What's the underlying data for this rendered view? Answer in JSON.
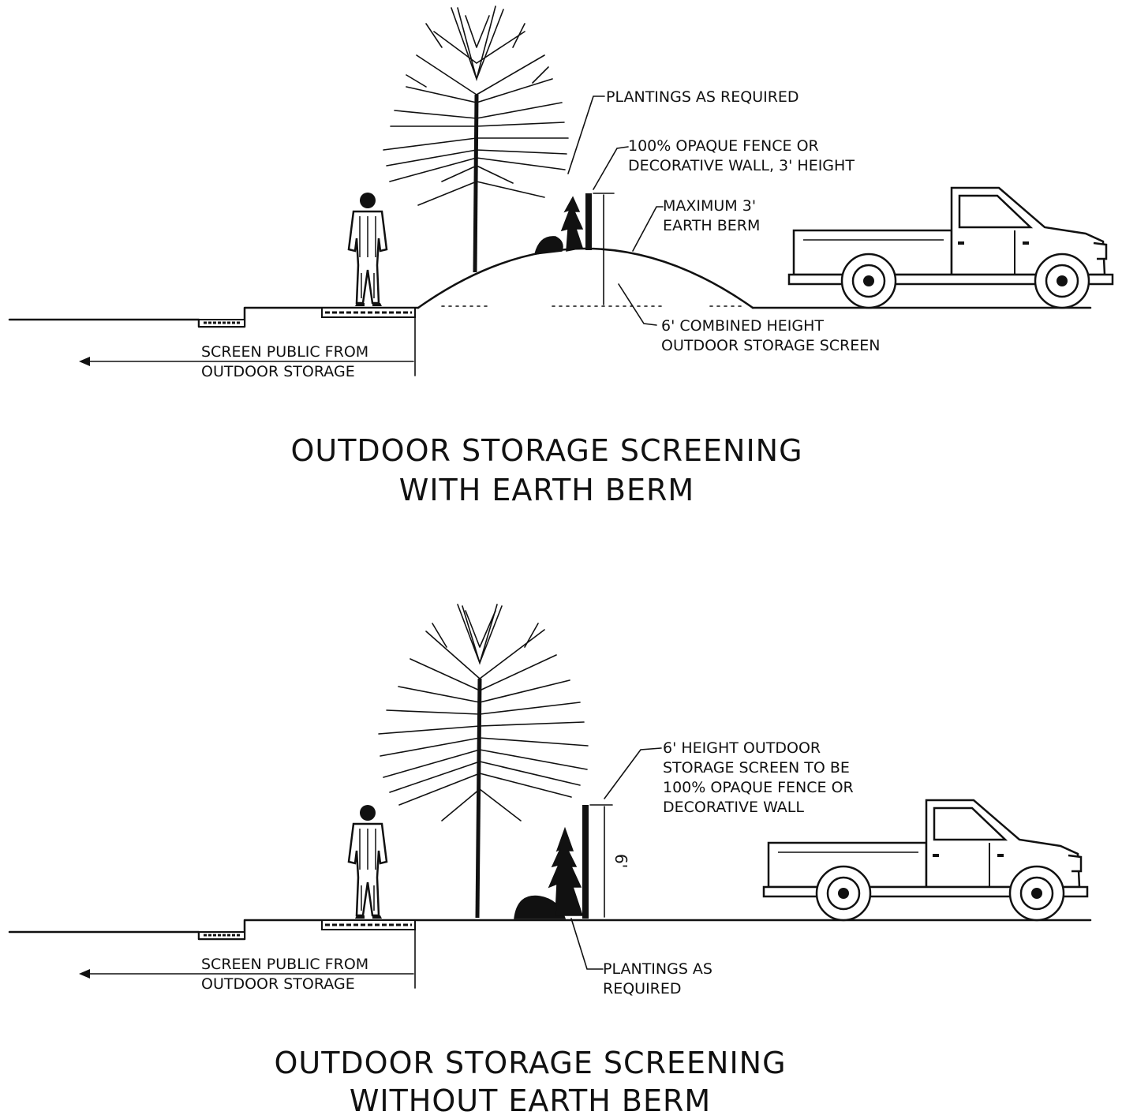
{
  "diagram": {
    "with_berm": {
      "title_line1": "OUTDOOR STORAGE SCREENING",
      "title_line2": "WITH EARTH BERM",
      "label_plantings": "PLANTINGS AS REQUIRED",
      "label_fence_line1": "100% OPAQUE FENCE OR",
      "label_fence_line2": "DECORATIVE WALL, 3' HEIGHT",
      "label_berm_line1": "MAXIMUM 3'",
      "label_berm_line2": "EARTH BERM",
      "label_combined_line1": "6' COMBINED HEIGHT",
      "label_combined_line2": "OUTDOOR STORAGE SCREEN",
      "label_screen_line1": "SCREEN PUBLIC FROM",
      "label_screen_line2": "OUTDOOR STORAGE"
    },
    "without_berm": {
      "title_line1": "OUTDOOR STORAGE SCREENING",
      "title_line2": "WITHOUT EARTH BERM",
      "label_height_line1": "6' HEIGHT OUTDOOR",
      "label_height_line2": "STORAGE SCREEN TO BE",
      "label_height_line3": "100% OPAQUE FENCE OR",
      "label_height_line4": "DECORATIVE WALL",
      "dimension_label": "6'",
      "label_plantings_line1": "PLANTINGS AS",
      "label_plantings_line2": "REQUIRED",
      "label_screen_line1": "SCREEN PUBLIC FROM",
      "label_screen_line2": "OUTDOOR STORAGE"
    }
  }
}
